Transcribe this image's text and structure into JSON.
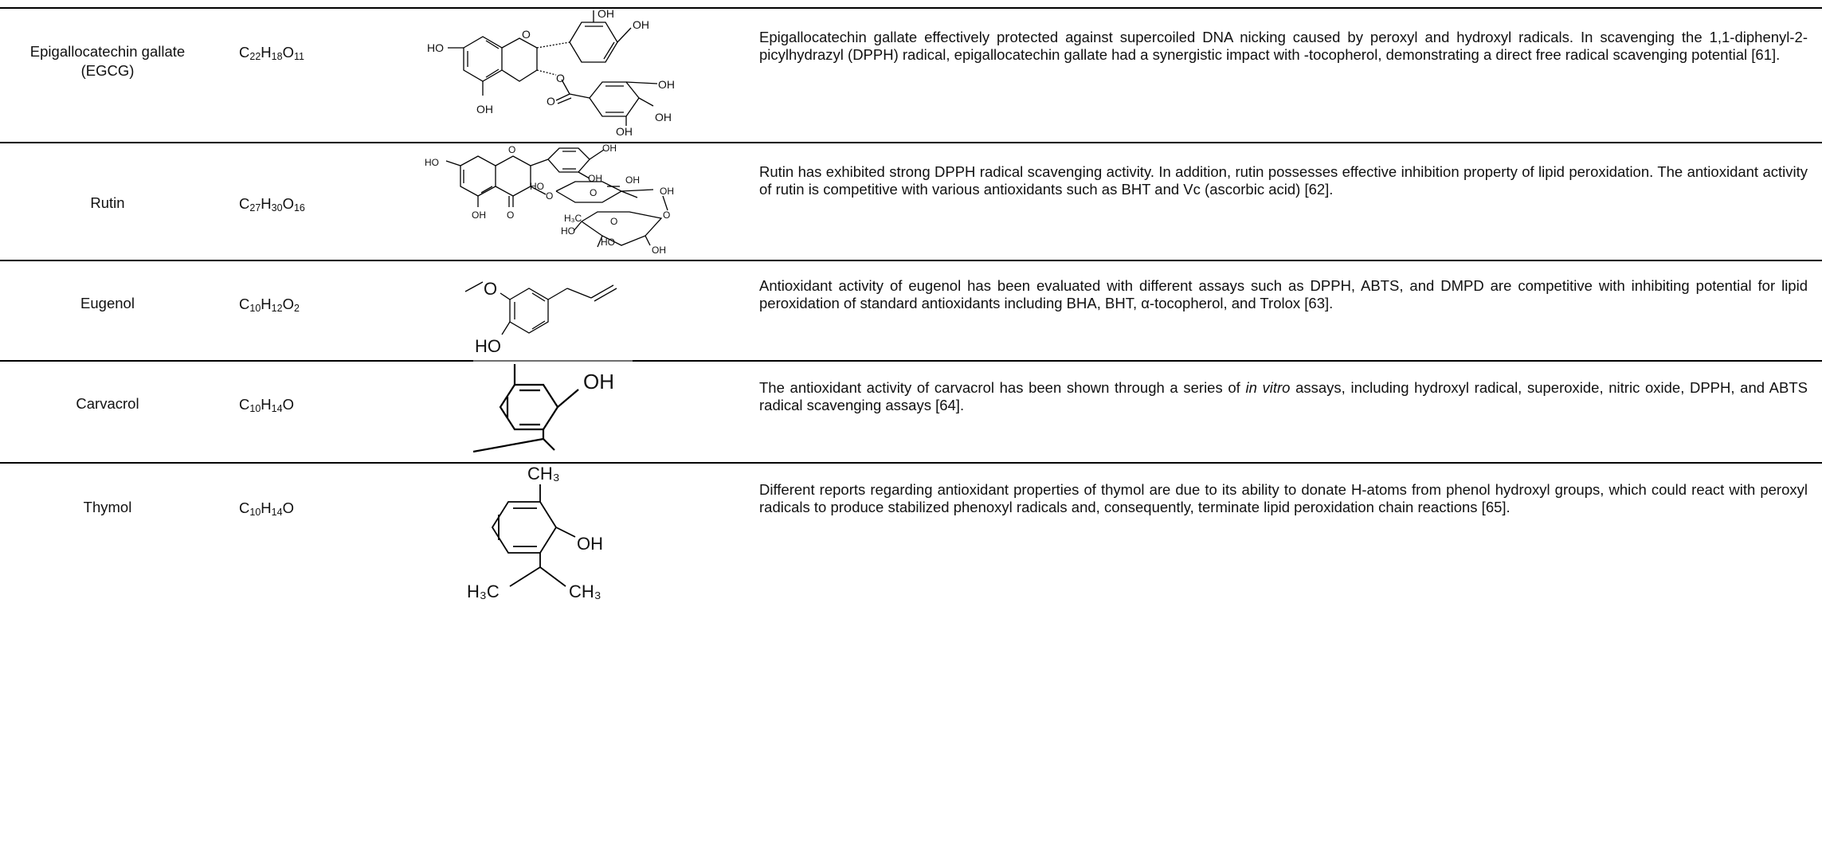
{
  "rows": [
    {
      "name": "Epigallocatechin gallate (EGCG)",
      "formula": {
        "parts": [
          [
            "C",
            "22"
          ],
          [
            "H",
            "18"
          ],
          [
            "O",
            "11"
          ]
        ]
      },
      "description": "Epigallocatechin gallate effectively protected against supercoiled DNA nicking caused by peroxyl and hydroxyl radicals. In scavenging the 1,1-diphenyl-2-picylhydrazyl (DPPH) radical, epigallocatechin gallate had a synergistic impact with -tocopherol, demonstrating a direct free radical scavenging potential [61]."
    },
    {
      "name": "Rutin",
      "formula": {
        "parts": [
          [
            "C",
            "27"
          ],
          [
            "H",
            "30"
          ],
          [
            "O",
            "16"
          ]
        ]
      },
      "description": "Rutin has exhibited strong DPPH radical scavenging activity. In addition, rutin possesses effective inhibition property of lipid peroxidation. The antioxidant activity of rutin is competitive with various antioxidants such as BHT and Vc (ascorbic acid) [62]."
    },
    {
      "name": "Eugenol",
      "formula": {
        "parts": [
          [
            "C",
            "10"
          ],
          [
            "H",
            "12"
          ],
          [
            "O",
            "2"
          ]
        ]
      },
      "description": "Antioxidant activity of eugenol has been evaluated with different assays such as DPPH, ABTS, and DMPD are competitive with inhibiting potential for lipid peroxidation of standard antioxidants including  BHA, BHT, α-tocopherol, and Trolox [63]."
    },
    {
      "name": "Carvacrol",
      "formula": {
        "parts": [
          [
            "C",
            "10"
          ],
          [
            "H",
            "14"
          ],
          [
            "O",
            ""
          ]
        ]
      },
      "description_pre": "The antioxidant activity of carvacrol has been shown through a series of ",
      "description_em": "in vitro",
      "description_post": " assays, including hydroxyl radical, superoxide, nitric oxide, DPPH, and ABTS radical scavenging assays [64]."
    },
    {
      "name": "Thymol",
      "formula": {
        "parts": [
          [
            "C",
            "10"
          ],
          [
            "H",
            "14"
          ],
          [
            "O",
            ""
          ]
        ]
      },
      "description": "Different reports regarding antioxidant properties of thymol are due to its ability to donate H-atoms from phenol hydroxyl groups, which could react with peroxyl radicals to produce stabilized phenoxyl radicals and, consequently, terminate lipid peroxidation chain reactions [65]."
    }
  ],
  "structure_labels": {
    "oh": "OH",
    "ho": "HO",
    "o": "O",
    "h3c": "H₃C",
    "ch3": "CH₃"
  }
}
